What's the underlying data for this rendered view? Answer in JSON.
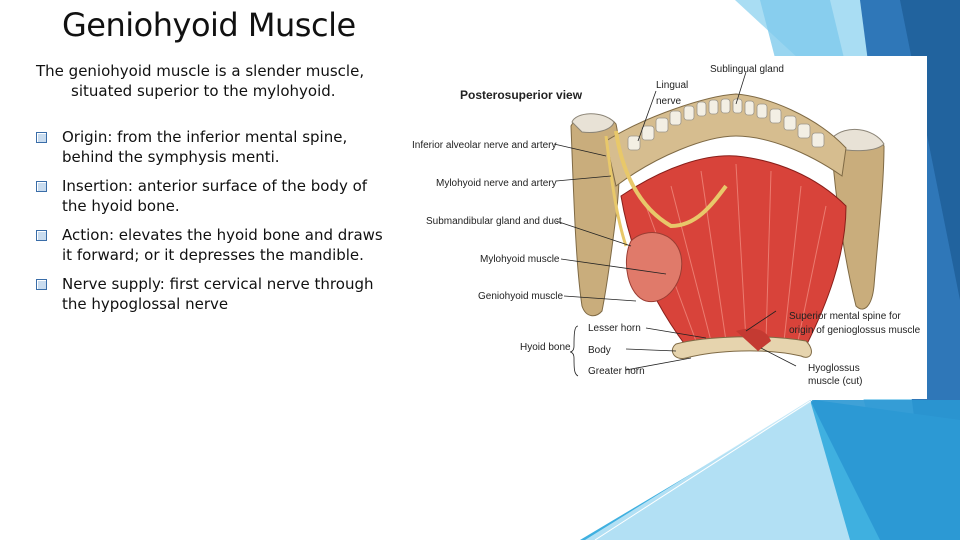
{
  "slide": {
    "title": "Geniohyoid Muscle",
    "intro": "The geniohyoid muscle is a slender muscle, situated superior to the mylohyoid.",
    "bullets": [
      "Origin: from the inferior mental spine, behind the symphysis menti.",
      "Insertion: anterior surface of the body of the hyoid bone.",
      "Action: elevates the hyoid bone and draws it forward; or it depresses the mandible.",
      "Nerve supply: first cervical nerve through the hypoglossal nerve"
    ],
    "bullet_icon": "checkbox-bullet-icon",
    "accent_colors": [
      "#2b73b6",
      "#3fa4dc",
      "#8fd0ef",
      "#1b5c95"
    ]
  },
  "figure": {
    "view_label": "Posterosuperior view",
    "labels": {
      "sublingual_gland": "Sublingual gland",
      "lingual_nerve_1": "Lingual",
      "lingual_nerve_2": "nerve",
      "inferior_alveolar": "Inferior alveolar nerve and artery",
      "mylohyoid_nerve": "Mylohyoid nerve and artery",
      "submandibular": "Submandibular gland and duct",
      "mylohyoid_muscle": "Mylohyoid muscle",
      "geniohyoid_muscle": "Geniohyoid muscle",
      "lesser_horn": "Lesser horn",
      "hyoid_bone": "Hyoid bone",
      "body": "Body",
      "greater_horn": "Greater horn",
      "mental_spine_1": "Superior mental spine for",
      "mental_spine_2": "origin of genioglossus muscle",
      "hyoglossus_1": "Hyoglossus",
      "hyoglossus_2": "muscle (cut)"
    }
  }
}
